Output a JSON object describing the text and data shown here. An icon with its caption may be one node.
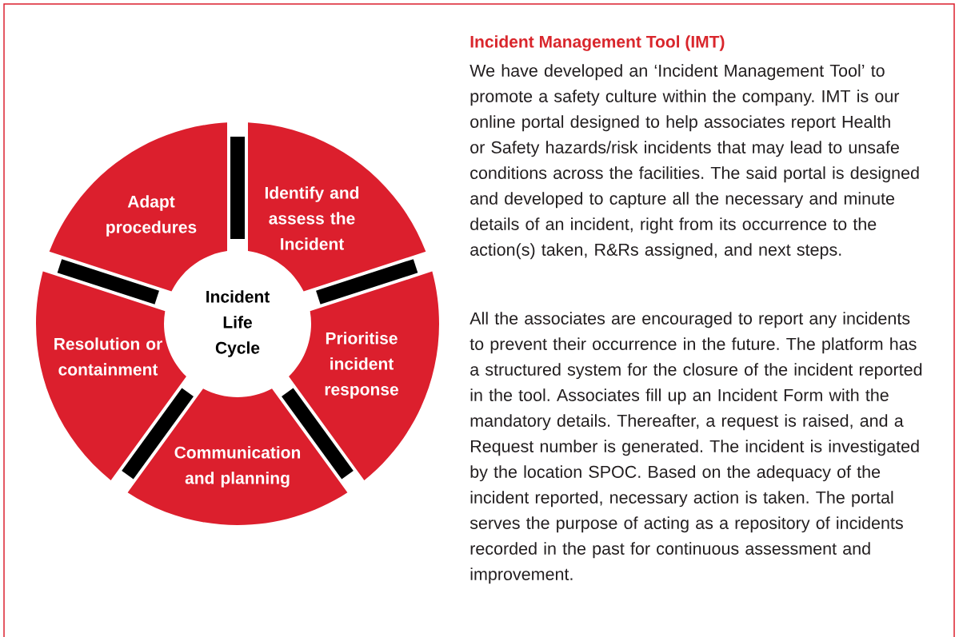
{
  "diagram": {
    "title": "Incident Management Tool (IMT)",
    "nodes": [
      {
        "text": [
          "Incident Life Cycle"
        ]
      },
      {
        "text": [
          "Identify and assess the Incident"
        ]
      },
      {
        "text": [
          "Prioritise incident response"
        ]
      },
      {
        "text": [
          "Communication and planning"
        ]
      },
      {
        "text": [
          "Resolution or containment"
        ]
      },
      {
        "text": [
          "Adapt procedures"
        ]
      }
    ],
    "labels": [
      "We have developed an ‘Incident Management Tool’ to promote a safety culture within the company. IMT is our online portal designed to help associates report Health or Safety hazards/risk incidents that may lead to unsafe conditions across the facilities. The said portal is designed and developed to capture all the necessary and minute details of an incident, right from its occurrence to the action(s) taken, R&Rs assigned, and next steps.",
      "All the associates are encouraged to report any incidents to prevent their occurrence in the future. The platform has a structured system for the closure of the incident reported in the tool. Associates fill up an Incident Form with the mandatory details. Thereafter, a request is raised, and a Request number is generated. The incident is investigated by the location SPOC. Based on the adequacy of the incident reported, necessary action is taken. The portal serves the purpose of acting as a repository of incidents recorded in the past for continuous assessment and improvement."
    ]
  }
}
